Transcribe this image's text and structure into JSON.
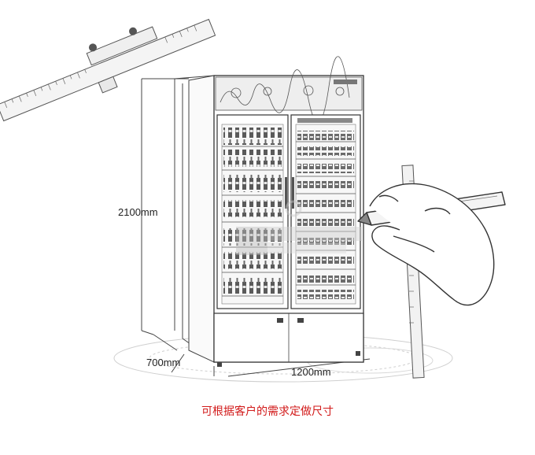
{
  "dimensions": {
    "height": "2100mm",
    "depth": "700mm",
    "width": "1200mm"
  },
  "caption": "可根据客户的需求定做尺寸",
  "colors": {
    "caption": "#d21a1a",
    "line": "#333333",
    "faint": "#c9c9c9"
  }
}
